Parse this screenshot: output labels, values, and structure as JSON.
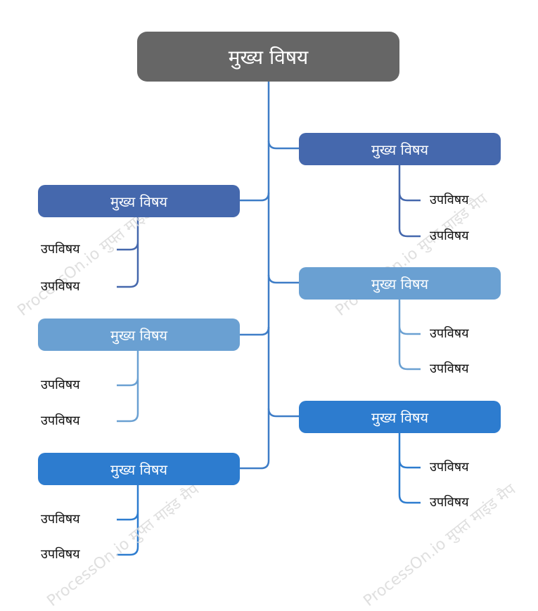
{
  "root": {
    "label": "मुख्य विषय",
    "color": "#666666"
  },
  "colors": {
    "trunk": "#3e7dc7",
    "dark": "#4568ad",
    "light": "#6aa0d2",
    "bright": "#2d7ccf"
  },
  "left_branches": [
    {
      "label": "मुख्य विषय",
      "tone": "dark",
      "subtopics": [
        "उपविषय",
        "उपविषय"
      ]
    },
    {
      "label": "मुख्य विषय",
      "tone": "light",
      "subtopics": [
        "उपविषय",
        "उपविषय"
      ]
    },
    {
      "label": "मुख्य विषय",
      "tone": "bright",
      "subtopics": [
        "उपविषय",
        "उपविषय"
      ]
    }
  ],
  "right_branches": [
    {
      "label": "मुख्य विषय",
      "tone": "dark",
      "subtopics": [
        "उपविषय",
        "उपविषय"
      ]
    },
    {
      "label": "मुख्य विषय",
      "tone": "light",
      "subtopics": [
        "उपविषय",
        "उपविषय"
      ]
    },
    {
      "label": "मुख्य विषय",
      "tone": "bright",
      "subtopics": [
        "उपविषय",
        "उपविषय"
      ]
    }
  ],
  "watermark": "ProcessOn.io मुफ्त माइंड मैप"
}
